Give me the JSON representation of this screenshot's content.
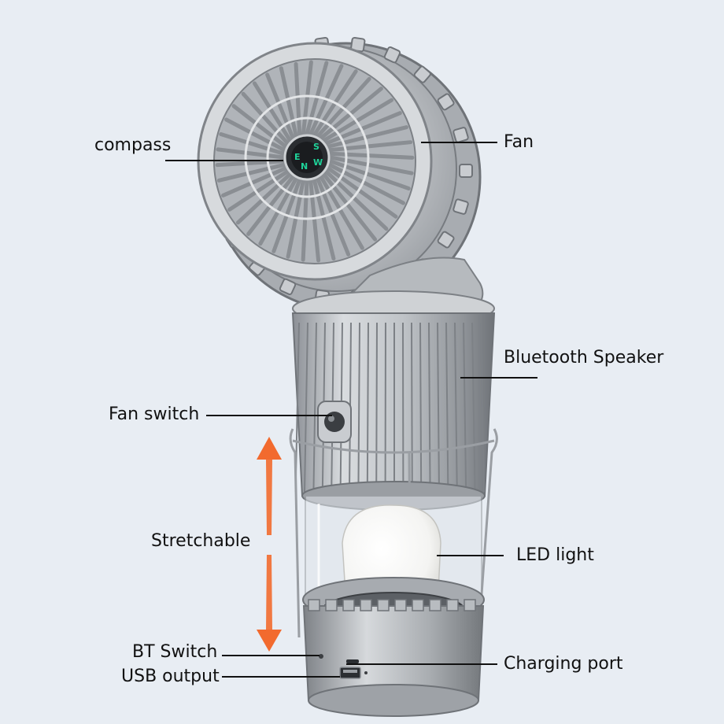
{
  "labels": {
    "compass": "compass",
    "fan": "Fan",
    "bluetooth_speaker": "Bluetooth Speaker",
    "fan_switch": "Fan switch",
    "stretchable": "Stretchable",
    "led_light": "LED light",
    "bt_switch": "BT Switch",
    "usb_output": "USB output",
    "charging_port": "Charging port"
  },
  "compass_letters": [
    "S",
    "W",
    "N",
    "E"
  ],
  "colors": {
    "background": "#e8edf3",
    "body_silver": "#b7bbc0",
    "arrow_orange": "#f26a2e",
    "compass_green": "#1fd39a"
  }
}
